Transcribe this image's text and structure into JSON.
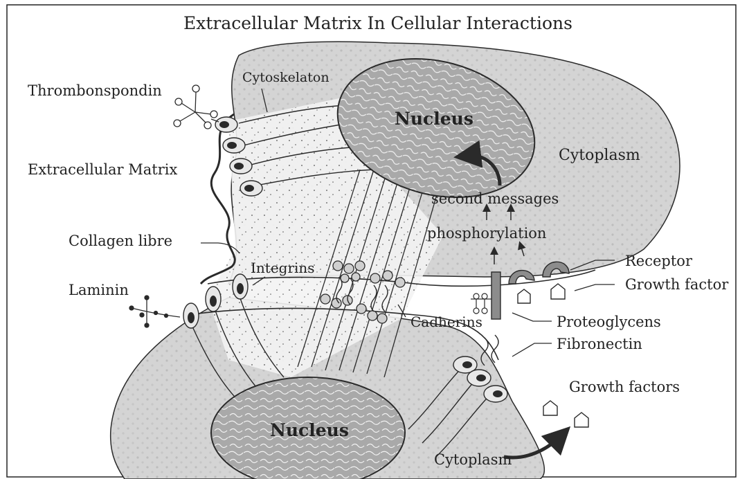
{
  "title": "Extracellular Matrix In Cellular Interactions",
  "labels": {
    "thrombonspondin": "Thrombonspondin",
    "cytoskeleton": "Cytoskelaton",
    "nucleus_top": "Nucleus",
    "cytoplasm_top": "Cytoplasm",
    "extracellular_matrix": "Extracellular Matrix",
    "second_messages": "second messages",
    "phosphorylation": "phosphorylation",
    "collagen_fibre": "Collagen libre",
    "integrins": "Integrins",
    "receptor": "Receptor",
    "growth_factor": "Growth factor",
    "laminin": "Laminin",
    "cadherins": "Cadherins",
    "proteoglycans": "Proteoglycens",
    "fibronectin": "Fibronectin",
    "growth_factors": "Growth factors",
    "nucleus_bottom": "Nucleus",
    "cytoplasm_bottom": "Cytoplasm"
  },
  "colors": {
    "cell_fill": "#d9d9d9",
    "nucleus_fill": "#a8a8a8",
    "line": "#2a2a2a",
    "background": "#ffffff"
  }
}
